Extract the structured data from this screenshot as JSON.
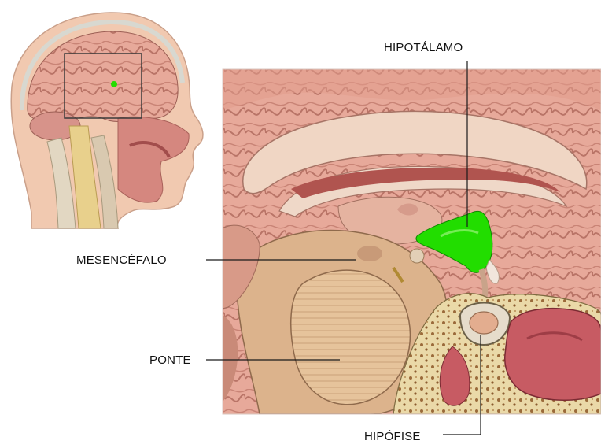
{
  "labels": {
    "hypothalamus": "HIPOTÁLAMO",
    "midbrain": "MESENCÉFALO",
    "pons": "PONTE",
    "pituitary": "HIPÓFISE"
  },
  "colors": {
    "highlight": "#22dd00",
    "leader_line": "#1a1a1a",
    "brain_tissue": "#e7a99a",
    "brainstem": "#d9b08a",
    "cerebellum_sinus": "#c75b63",
    "bone": "#e9d6a6"
  }
}
